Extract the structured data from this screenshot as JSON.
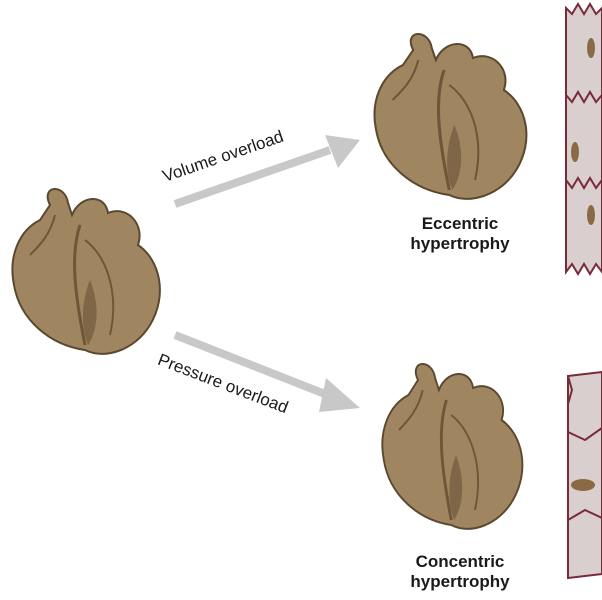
{
  "arrows": {
    "volume": "Volume overload",
    "pressure": "Pressure overload"
  },
  "results": {
    "eccentric": {
      "line1": "Eccentric",
      "line2": "hypertrophy"
    },
    "concentric": {
      "line1": "Concentric",
      "line2": "hypertrophy"
    }
  },
  "colors": {
    "heart_fill": "#a08660",
    "heart_dark": "#7e6646",
    "heart_outline": "#5b4830",
    "arrow": "#c8c8c8",
    "cell_fill": "#d9cfcf",
    "cell_outline": "#7a2b3a",
    "nucleus": "#8a6a44"
  }
}
